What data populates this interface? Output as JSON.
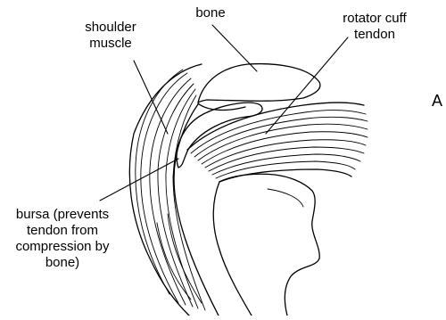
{
  "labels": {
    "bone": "bone",
    "shoulder_muscle": [
      "shoulder",
      "muscle"
    ],
    "rotator_cuff_tendon": [
      "rotator cuff",
      "tendon"
    ],
    "bursa": [
      "bursa (prevents",
      "tendon from",
      "compression by",
      "bone)"
    ],
    "edge_letter": "A"
  },
  "colors": {
    "line": "#000000",
    "background": "#ffffff"
  }
}
